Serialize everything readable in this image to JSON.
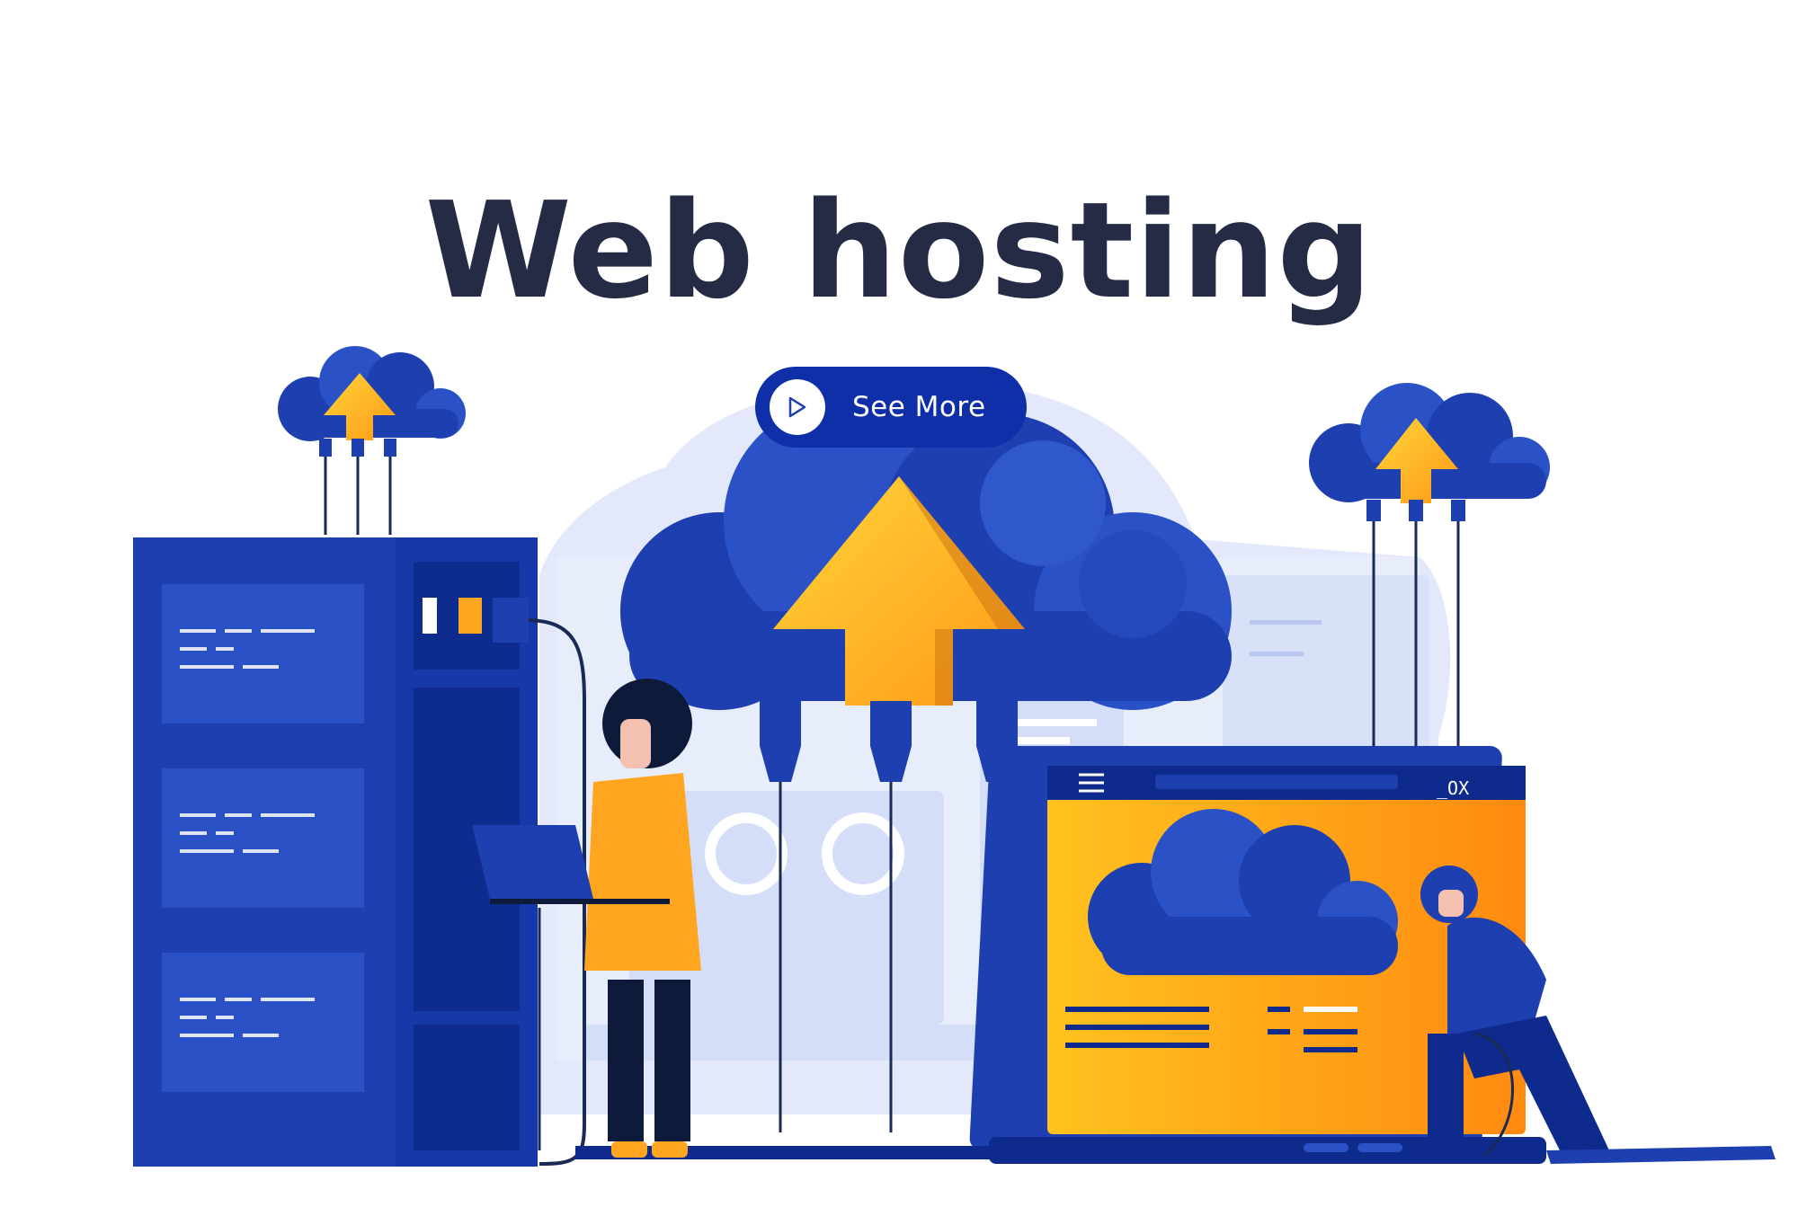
{
  "headline": {
    "text": "Web hosting"
  },
  "cta": {
    "label": "See More",
    "icon": "play-icon"
  },
  "window": {
    "controls": "_OX",
    "menu_icon": "hamburger-icon"
  },
  "colors": {
    "heading": "#262b45",
    "primary_blue": "#1f3fb0",
    "deep_blue": "#0d2a8c",
    "accent_orange": "#ffa51f",
    "accent_yellow": "#ffcc22",
    "backdrop": "#dfe6fb",
    "pill": "#0f2fa8"
  }
}
